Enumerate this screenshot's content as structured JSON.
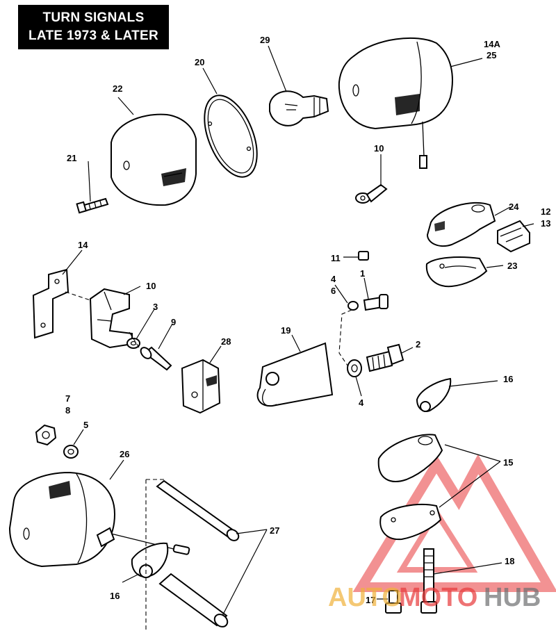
{
  "title": {
    "line1": "TURN SIGNALS",
    "line2": "LATE 1973 & LATER"
  },
  "callouts": {
    "c1": "1",
    "c2": "2",
    "c3": "3",
    "c4a": "4",
    "c4b": "4",
    "c5": "5",
    "c6": "6",
    "c7": "7",
    "c8": "8",
    "c9": "9",
    "c10a": "10",
    "c10b": "10",
    "c11": "11",
    "c12": "12",
    "c13": "13",
    "c14": "14",
    "c14a": "14A",
    "c15": "15",
    "c16a": "16",
    "c16b": "16",
    "c17": "17",
    "c18": "18",
    "c19": "19",
    "c20": "20",
    "c21": "21",
    "c22": "22",
    "c23": "23",
    "c24": "24",
    "c25": "25",
    "c26": "26",
    "c27": "27",
    "c28": "28",
    "c29": "29"
  },
  "watermark": {
    "text_a": "AUTO",
    "text_b": "MOTO",
    "text_c": "HUB"
  },
  "colors": {
    "line": "#000000",
    "watermark_red": "#e8393a",
    "watermark_gold": "#f0b23a",
    "watermark_gray": "#6d6e70"
  }
}
